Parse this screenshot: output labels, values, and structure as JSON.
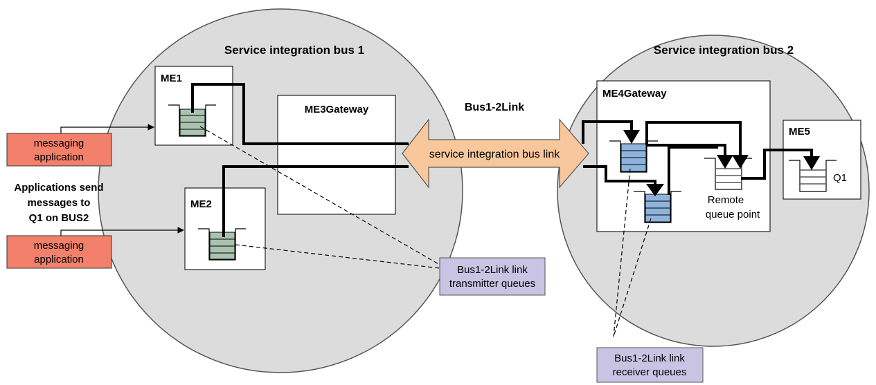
{
  "buses": {
    "bus1_title": "Service integration bus 1",
    "bus2_title": "Service integration bus 2"
  },
  "engines": {
    "me1": "ME1",
    "me2": "ME2",
    "me3": "ME3Gateway",
    "me4": "ME4Gateway",
    "me5": "ME5"
  },
  "link": {
    "name": "Bus1-2Link",
    "label": "service integration bus link"
  },
  "applications": {
    "app1_line1": "messaging",
    "app1_line2": "application",
    "app2_line1": "messaging",
    "app2_line2": "application",
    "note_line1": "Applications send",
    "note_line2": "messages to",
    "note_line3": "Q1 on BUS2"
  },
  "queues": {
    "q1_label": "Q1",
    "remote_line1": "Remote",
    "remote_line2": "queue point"
  },
  "callouts": {
    "transmitter_line1": "Bus1-2Link link",
    "transmitter_line2": "transmitter queues",
    "receiver_line1": "Bus1-2Link link",
    "receiver_line2": "receiver queues"
  },
  "colors": {
    "bus_fill": "#dcdcdc",
    "application_fill": "#f3806a",
    "callout_fill": "#c9c4e3",
    "transmitter_queue_fill": "#a9c3b0",
    "receiver_queue_fill": "#8fb4dc",
    "link_arrow_fill": "#f8c79b"
  }
}
